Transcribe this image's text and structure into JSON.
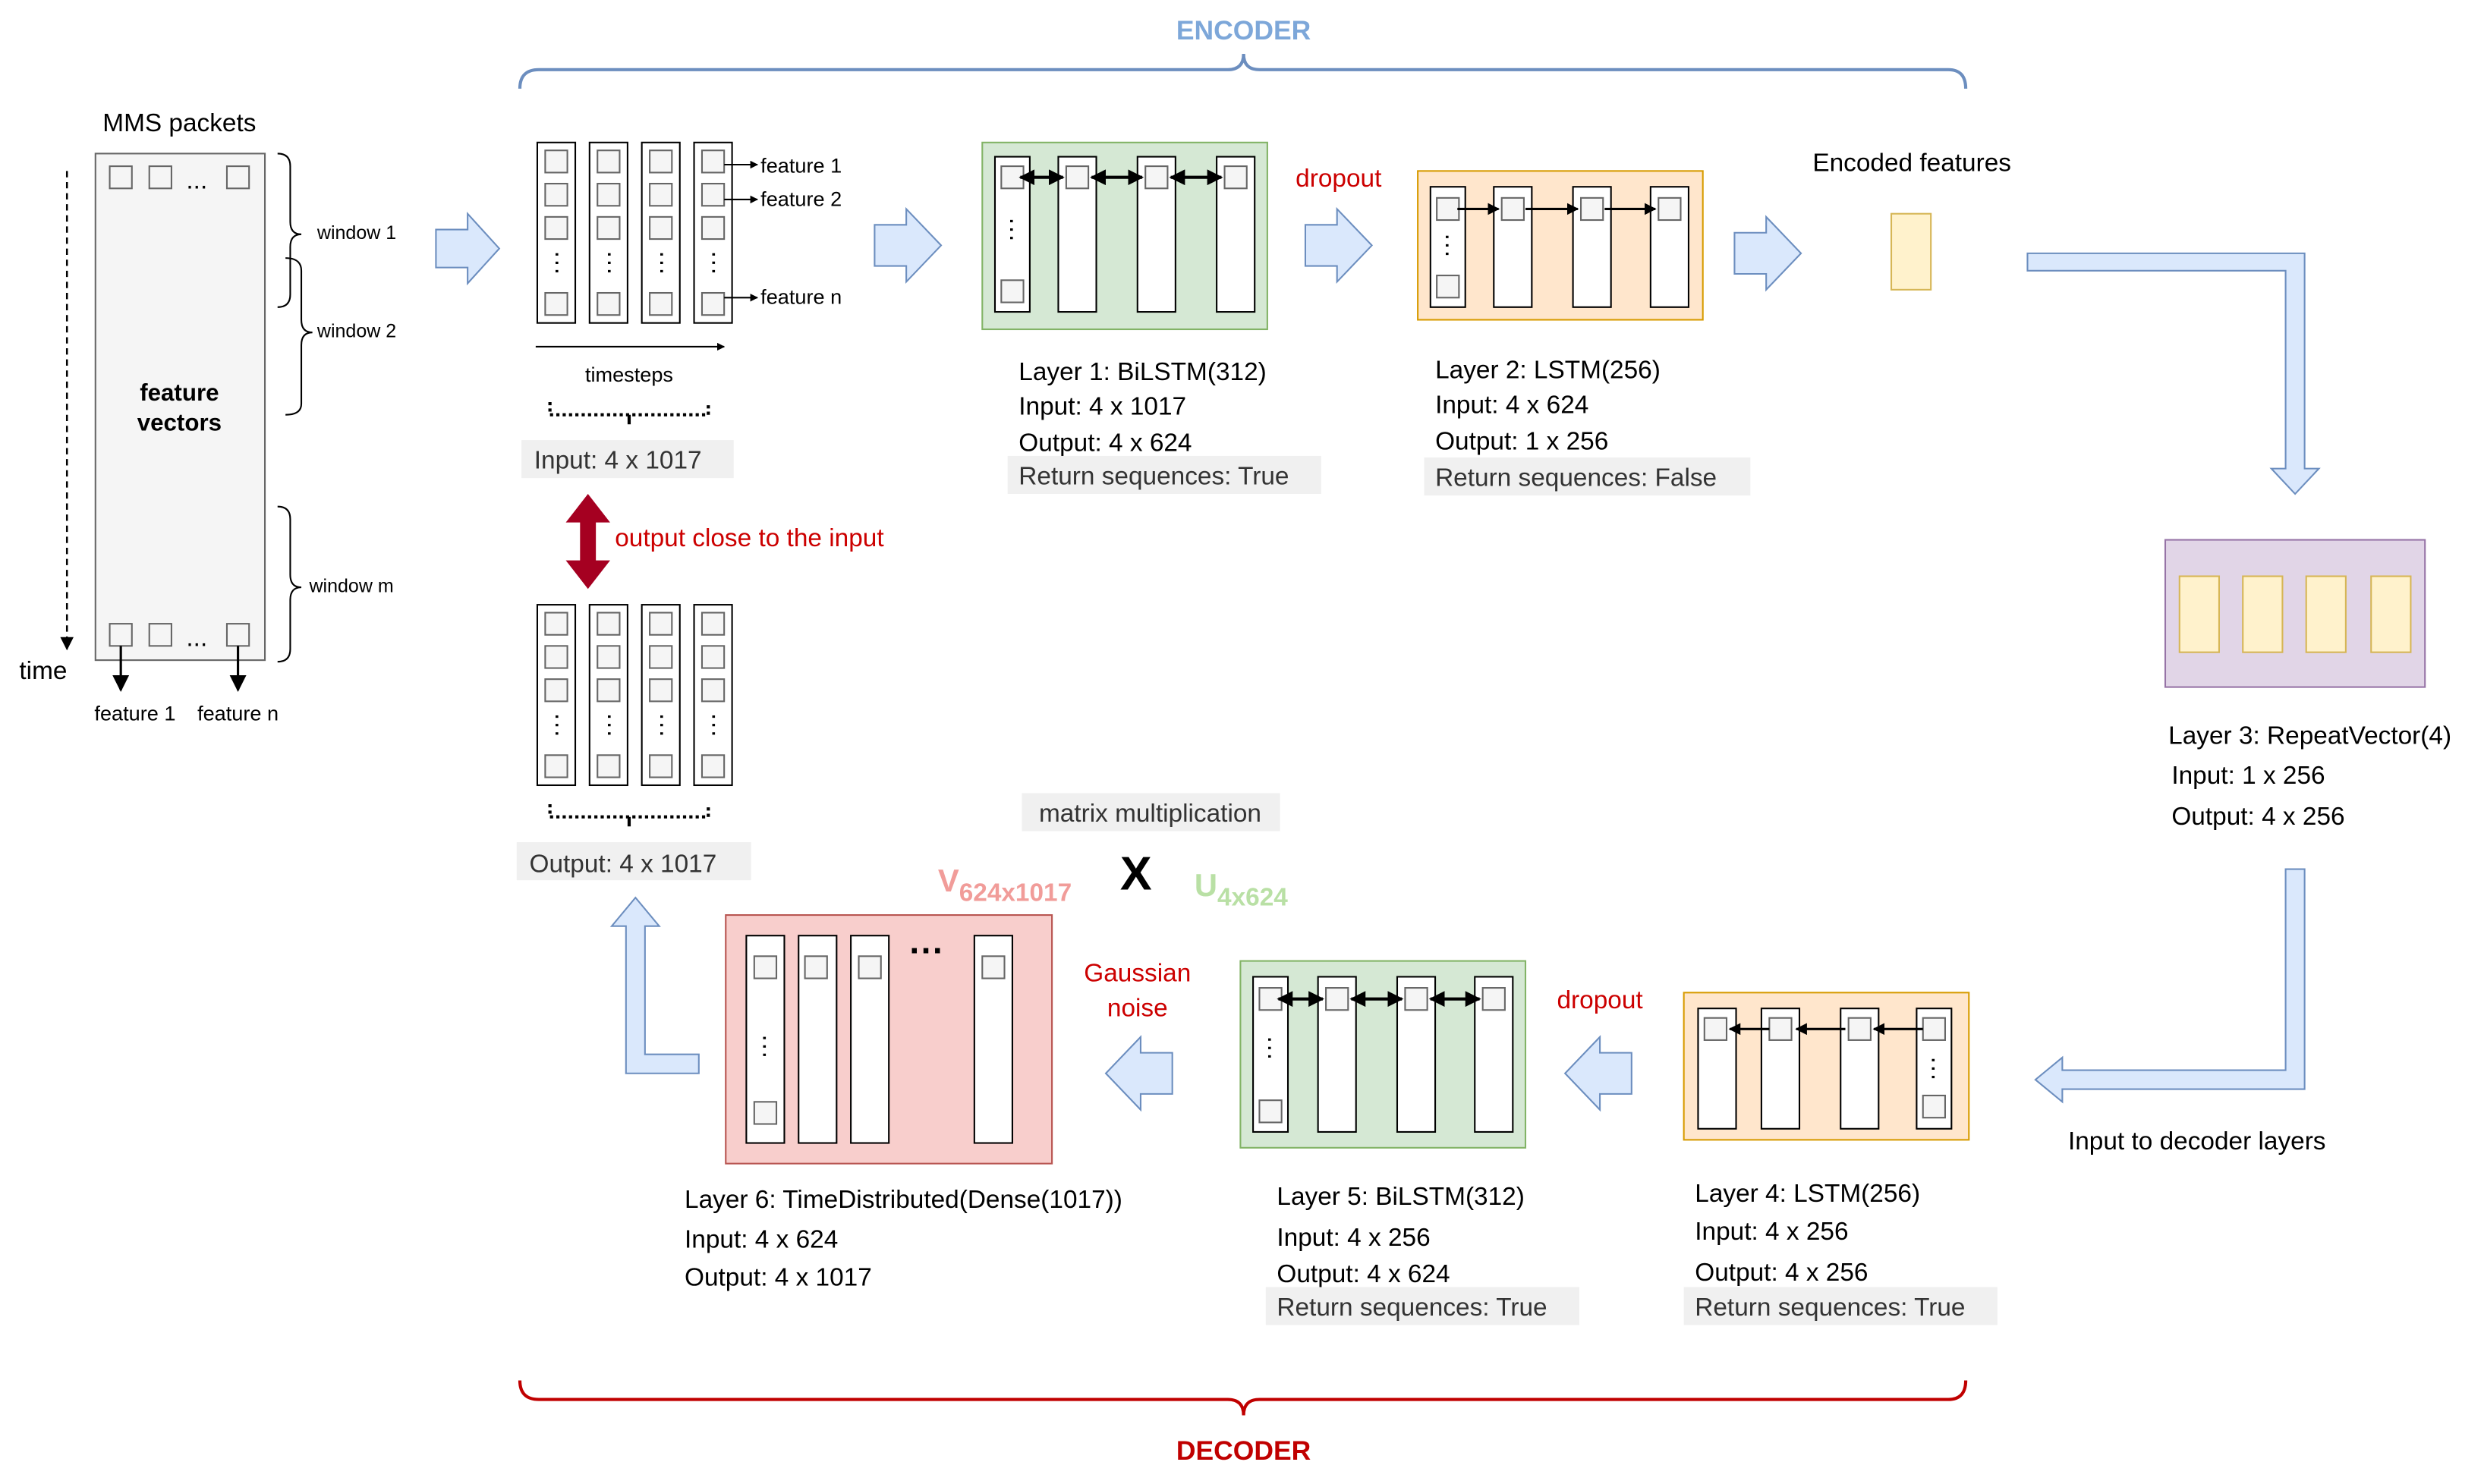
{
  "colors": {
    "encoder": "#7da7d9",
    "decoder": "#c00000",
    "red_text": "#cc0000",
    "arrow_fill": "#dae8fc",
    "arrow_stroke": "#6c8ebf",
    "green_fill": "#d5e8d4",
    "green_stroke": "#82b366",
    "orange_fill": "#ffe6cc",
    "orange_stroke": "#d79b00",
    "purple_fill": "#e1d5e7",
    "purple_stroke": "#9673a6",
    "yellow_fill": "#fff2cc",
    "yellow_stroke": "#d6b656",
    "pink_fill": "#f8cecc",
    "pink_stroke": "#b85450",
    "v_label": "#f19c99",
    "u_label": "#b9e0a5",
    "double_arrow": "#a50021"
  },
  "header": {
    "encoder": "ENCODER",
    "decoder": "DECODER"
  },
  "input_panel": {
    "title": "MMS packets",
    "time_label": "time",
    "center_label_line1": "feature",
    "center_label_line2": "vectors",
    "feature_1": "feature 1",
    "feature_n": "feature n",
    "windows": [
      "window 1",
      "window 2",
      "window m"
    ],
    "ellipsis": "..."
  },
  "timesteps_block": {
    "feature_labels": [
      "feature 1",
      "feature 2",
      "feature n"
    ],
    "timesteps_label": "timesteps",
    "input_label": "Input: 4 x 1017"
  },
  "output_block": {
    "output_label": "Output: 4 x 1017",
    "close_label": "output close to the input"
  },
  "layers": {
    "layer1": {
      "title": "Layer 1: BiLSTM(312)",
      "input": "Input: 4 x 1017",
      "output": "Output: 4 x 624",
      "return": "Return sequences: True"
    },
    "layer2": {
      "title": "Layer 2: LSTM(256)",
      "input": "Input: 4 x 624",
      "output": "Output: 1 x 256",
      "return": "Return sequences: False"
    },
    "layer3": {
      "title": "Layer 3: RepeatVector(4)",
      "input": "Input: 1 x 256",
      "output": "Output: 4 x 256"
    },
    "layer4": {
      "title": "Layer 4: LSTM(256)",
      "input": "Input: 4 x 256",
      "output": "Output: 4 x 256",
      "return": "Return sequences: True"
    },
    "layer5": {
      "title": "Layer 5: BiLSTM(312)",
      "input": "Input: 4 x 256",
      "output": "Output: 4 x 624",
      "return": "Return sequences: True"
    },
    "layer6": {
      "title": "Layer 6: TimeDistributed(Dense(1017))",
      "input": "Input: 4 x 624",
      "output": "Output: 4 x 1017"
    }
  },
  "annotations": {
    "dropout_top": "dropout",
    "dropout_bottom": "dropout",
    "encoded_features": "Encoded features",
    "input_to_decoder": "Input to decoder layers",
    "gaussian_line1": "Gaussian",
    "gaussian_line2": "noise",
    "matrix_multiplication": "matrix multiplication",
    "times": "X",
    "v_main": "V",
    "v_sub": "624x1017",
    "u_main": "U",
    "u_sub": "4x624"
  }
}
